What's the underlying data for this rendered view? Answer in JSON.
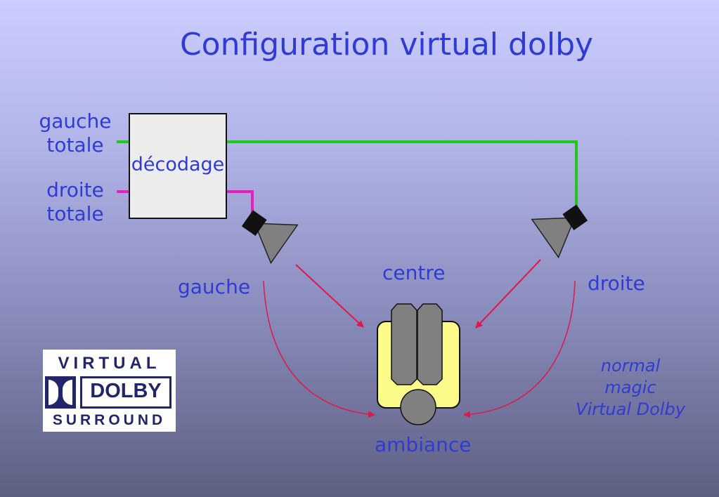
{
  "title": "Configuration virtual dolby",
  "inputs": {
    "left_line1": "gauche",
    "left_line2": "totale",
    "right_line1": "droite",
    "right_line2": "totale"
  },
  "decoder": {
    "label": "décodage"
  },
  "speakers": {
    "left": "gauche",
    "center": "centre",
    "right": "droite",
    "ambiance": "ambiance"
  },
  "note": {
    "line1": "normal",
    "line2": "magic",
    "line3": "Virtual Dolby"
  },
  "logo": {
    "top": "VIRTUAL",
    "word": "DOLBY",
    "bottom": "SURROUND"
  },
  "colors": {
    "text": "#2f3bd4",
    "green_wire": "#1ec81e",
    "magenta_wire": "#e81fbe",
    "arrow": "#e0174a",
    "listener_body": "#fbfb8a",
    "speaker_grey": "#808080"
  }
}
